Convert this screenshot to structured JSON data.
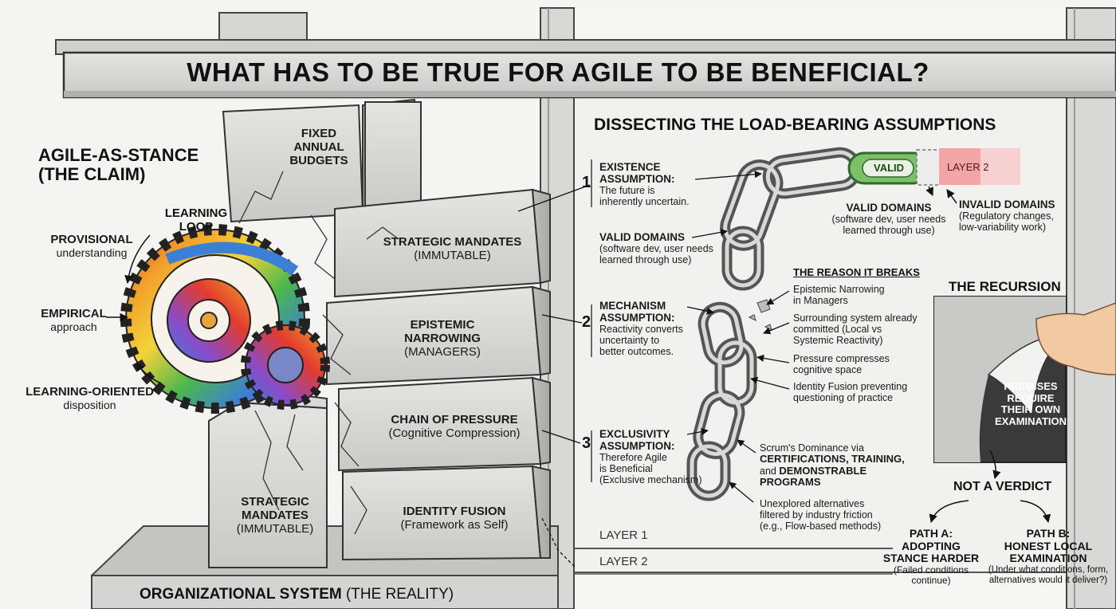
{
  "title": "WHAT HAS TO BE TRUE FOR AGILE TO BE BENEFICIAL?",
  "left": {
    "heading_line1": "AGILE-AS-STANCE",
    "heading_line2": "(THE CLAIM)",
    "loop_line1": "LEARNING",
    "loop_line2": "LOOP",
    "provisional_line1": "PROVISIONAL",
    "provisional_line2": "understanding",
    "empirical_line1": "EMPIRICAL",
    "empirical_line2": "approach",
    "learning_line1": "LEARNING-ORIENTED",
    "learning_line2": "disposition",
    "system_bold": "ORGANIZATIONAL SYSTEM",
    "system_regular": "(THE REALITY)"
  },
  "blocks": {
    "budgets_line1": "FIXED",
    "budgets_line2": "ANNUAL",
    "budgets_line3": "BUDGETS",
    "mandates_upper_line1": "STRATEGIC MANDATES",
    "mandates_upper_line2": "(IMMUTABLE)",
    "epistemic_line1": "EPISTEMIC",
    "epistemic_line2": "NARROWING",
    "epistemic_line3": "(MANAGERS)",
    "pressure_line1": "CHAIN OF PRESSURE",
    "pressure_line2": "(Cognitive Compression)",
    "identity_line1": "IDENTITY FUSION",
    "identity_line2": "(Framework as Self)",
    "mandates_lower_line1": "STRATEGIC",
    "mandates_lower_line2": "MANDATES",
    "mandates_lower_line3": "(IMMUTABLE)"
  },
  "right": {
    "heading": "DISSECTING THE LOAD-BEARING ASSUMPTIONS"
  },
  "assumptions": [
    {
      "number": "1",
      "title_line1": "EXISTENCE",
      "title_line2": "ASSUMPTION:",
      "desc_line1": "The future is",
      "desc_line2": "inherently uncertain."
    },
    {
      "number": "2",
      "title_line1": "MECHANISM",
      "title_line2": "ASSUMPTION:",
      "desc_line1": "Reactivity converts",
      "desc_line2": "uncertainty to",
      "desc_line3": "better outcomes."
    },
    {
      "number": "3",
      "title_line1": "EXCLUSIVITY",
      "title_line2": "ASSUMPTION:",
      "desc_line1": "Therefore Agile",
      "desc_line2": "is Beneficial",
      "desc_line3": "(Exclusive mechanism)"
    }
  ],
  "valid_left": {
    "title": "VALID DOMAINS",
    "line1": "(software dev, user needs",
    "line2": "learned through use)"
  },
  "chain_bar": {
    "valid": "VALID",
    "layer2": "LAYER 2"
  },
  "valid_right": {
    "title": "VALID DOMAINS",
    "line1": "(software dev, user needs",
    "line2": "learned through use)"
  },
  "invalid": {
    "title": "INVALID DOMAINS",
    "line1": "(Regulatory changes,",
    "line2": "low-variability work)"
  },
  "reason": {
    "heading": "THE REASON IT BREAKS",
    "item1_line1": "Epistemic Narrowing",
    "item1_line2": "in Managers",
    "item2_line1": "Surrounding system already",
    "item2_line2": "committed (Local vs",
    "item2_line3": "Systemic Reactivity)",
    "item3_line1": "Pressure compresses",
    "item3_line2": "cognitive space",
    "item4_line1": "Identity Fusion preventing",
    "item4_line2": "questioning of practice"
  },
  "scrum": {
    "line1": "Scrum's Dominance via",
    "line2": "CERTIFICATIONS, TRAINING,",
    "line3_regular": "and",
    "line3_bold": "DEMONSTRABLE",
    "line4": "PROGRAMS"
  },
  "unexplored": {
    "line1": "Unexplored alternatives",
    "line2": "filtered by industry friction",
    "line3": "(e.g., Flow-based methods)"
  },
  "layers": {
    "layer1": "LAYER 1",
    "layer2": "LAYER 2"
  },
  "recursion": {
    "heading": "THE RECURSION",
    "premises_line1": "PREMISES",
    "premises_line2": "REQUIRE",
    "premises_line3": "THEIR OWN",
    "premises_line4": "EXAMINATION",
    "verdict": "NOT A VERDICT"
  },
  "path_a": {
    "line1": "PATH A:",
    "line2": "ADOPTING",
    "line3": "STANCE HARDER",
    "note1": "(Failed conditions",
    "note2": "continue)"
  },
  "path_b": {
    "line1": "PATH B:",
    "line2": "HONEST LOCAL",
    "line3": "EXAMINATION",
    "note1": "(Under what conditions, form,",
    "note2": "alternatives would it deliver?)"
  }
}
